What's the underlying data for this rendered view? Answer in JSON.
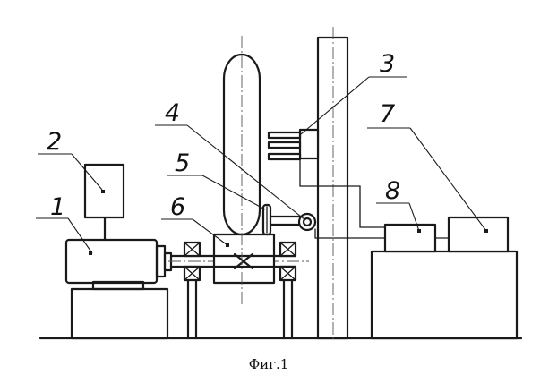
{
  "figure": {
    "caption": "Фиг.1"
  },
  "callouts": [
    {
      "id": "1",
      "label": "1"
    },
    {
      "id": "2",
      "label": "2"
    },
    {
      "id": "3",
      "label": "3"
    },
    {
      "id": "4",
      "label": "4"
    },
    {
      "id": "5",
      "label": "5"
    },
    {
      "id": "6",
      "label": "6"
    },
    {
      "id": "7",
      "label": "7"
    },
    {
      "id": "8",
      "label": "8"
    }
  ]
}
